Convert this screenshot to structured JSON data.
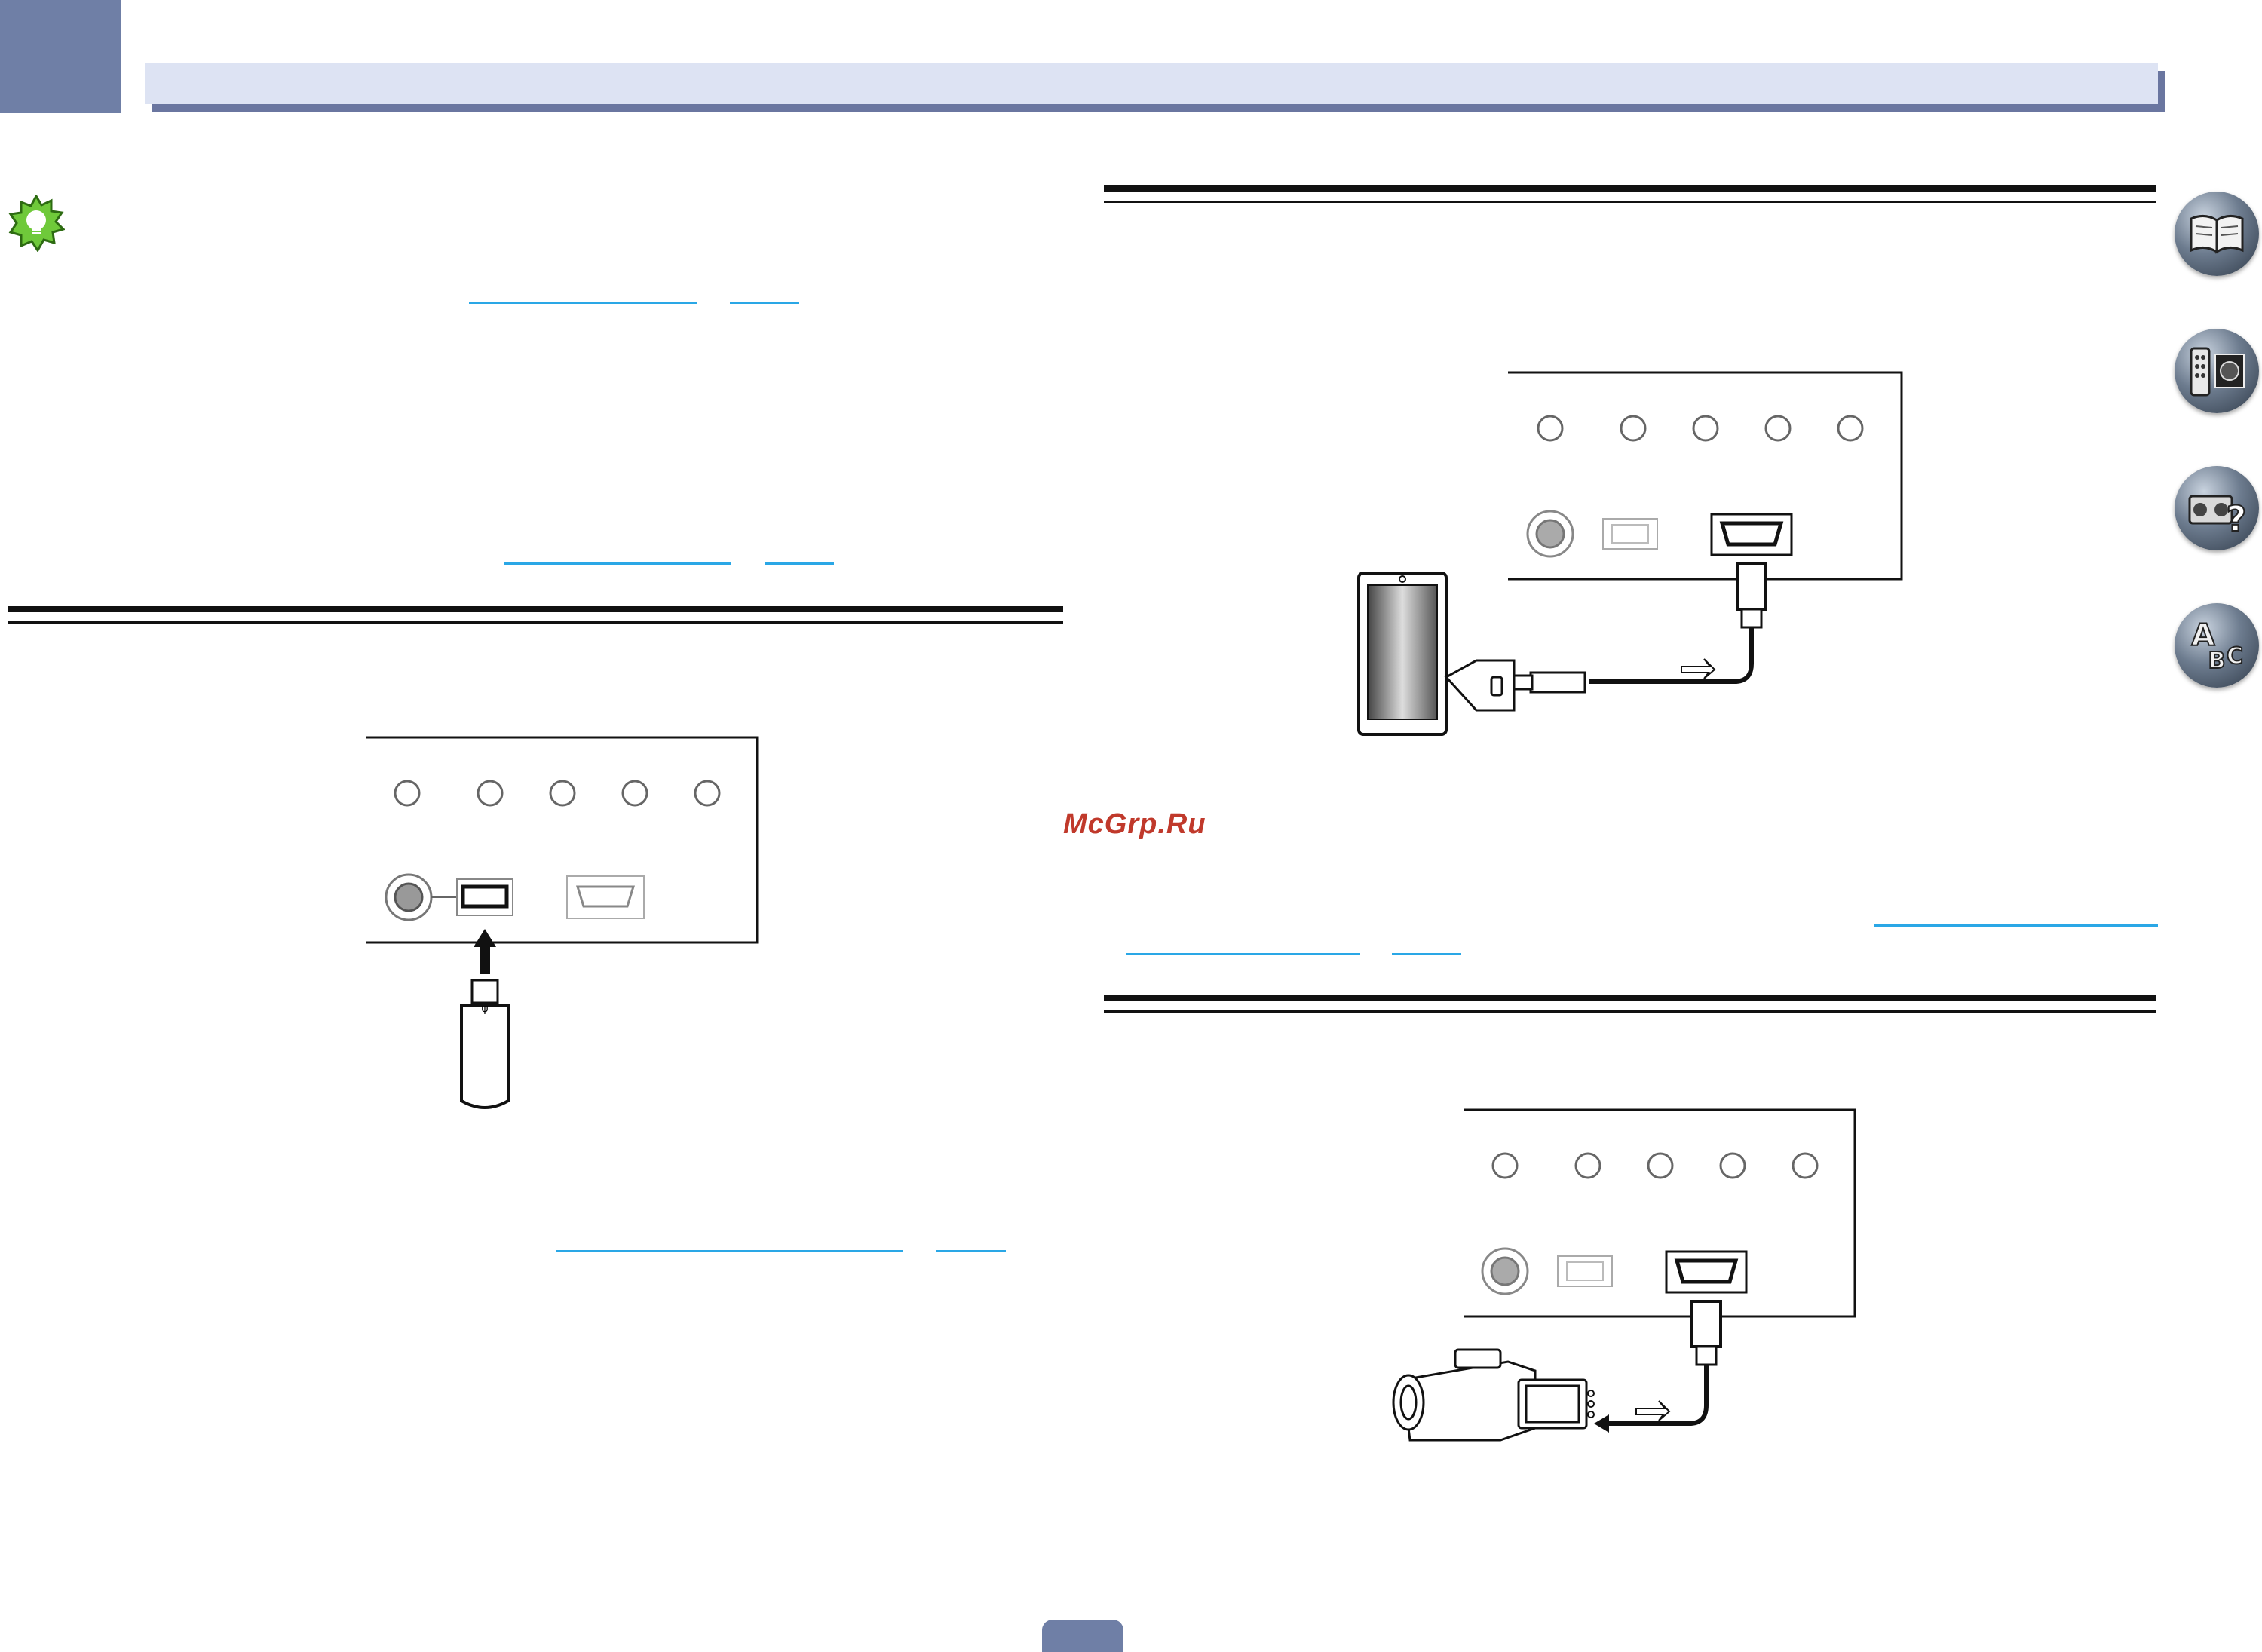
{
  "header": {
    "chapter_tab_color": "#6f7fa6",
    "band_color": "#dde3f3"
  },
  "tip": {
    "icon": "lightbulb-icon"
  },
  "watermark": "McGrp.Ru",
  "side_nav": [
    {
      "icon": "book-icon"
    },
    {
      "icon": "remote-control-icon"
    },
    {
      "icon": "troubleshooting-icon"
    },
    {
      "icon": "glossary-abc-icon"
    }
  ],
  "diagrams": [
    {
      "name": "usb-memory-connection-diagram",
      "device": "USB memory"
    },
    {
      "name": "mhl-device-connection-diagram",
      "device": "MHL-compatible device"
    },
    {
      "name": "hdmi-camera-connection-diagram",
      "device": "Camcorder"
    }
  ],
  "colors": {
    "link": "#2aa7e6",
    "page_tab": "#6f7fa6",
    "watermark": "#c0392b"
  }
}
